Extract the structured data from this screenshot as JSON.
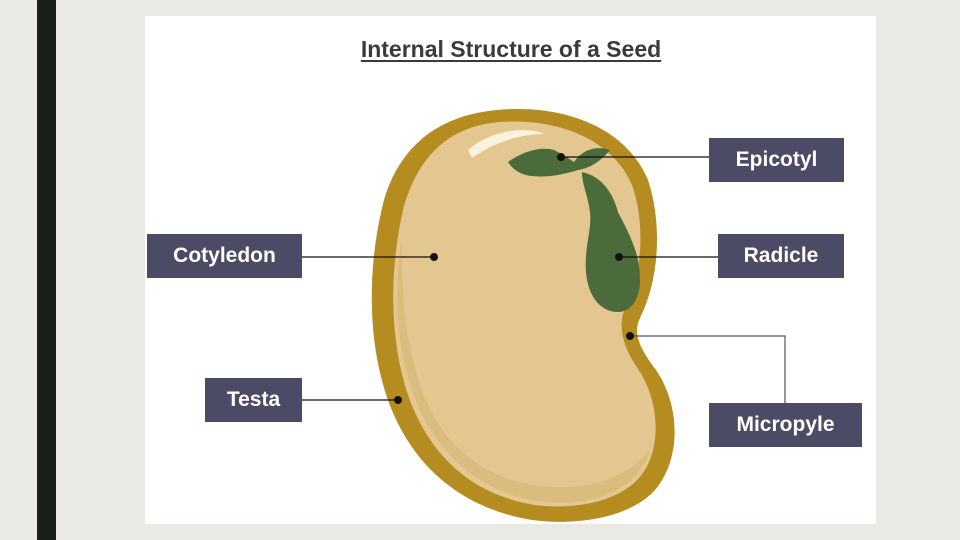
{
  "title": "Internal Structure of a Seed",
  "labels": {
    "epicotyl": "Epicotyl",
    "radicle": "Radicle",
    "cotyledon": "Cotyledon",
    "testa": "Testa",
    "micropyle": "Micropyle"
  },
  "colors": {
    "background": "#ebe9e3",
    "accent_bar": "#1c1f17",
    "label_box": "#4b4b66",
    "testa": "#b58c1f",
    "cotyledon": "#e3c690",
    "embryo": "#4b6b3a"
  }
}
